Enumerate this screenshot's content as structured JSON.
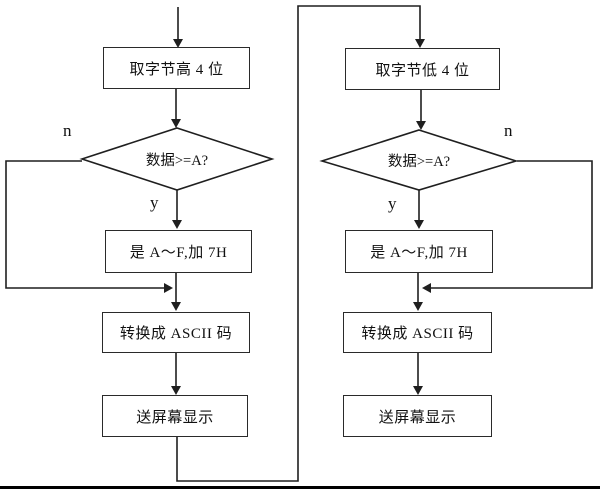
{
  "flowchart": {
    "left": {
      "step1": "取字节高 4 位",
      "decision": "数据>=A?",
      "no_label": "n",
      "yes_label": "y",
      "step2": "是 A～F,加 7H",
      "step3": "转换成 ASCII 码",
      "step4": "送屏幕显示"
    },
    "right": {
      "step1": "取字节低 4 位",
      "decision": "数据>=A?",
      "no_label": "n",
      "yes_label": "y",
      "step2": "是 A～F,加 7H",
      "step3": "转换成 ASCII 码",
      "step4": "送屏幕显示"
    },
    "colors": {
      "line": "#1f1f1f",
      "box_border": "#2a2a2a",
      "background": "#ffffff",
      "bottom_rule": "#000000"
    }
  }
}
